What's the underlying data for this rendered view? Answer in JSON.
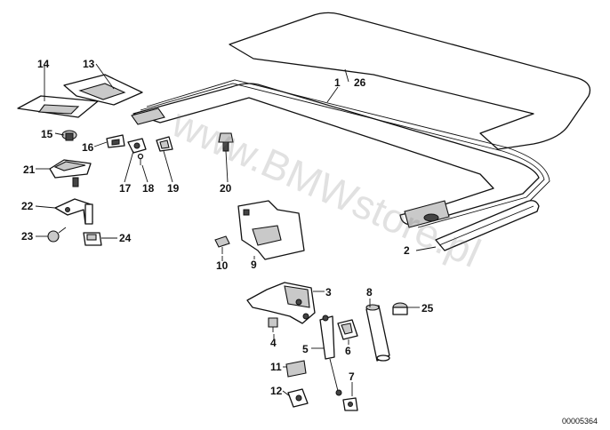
{
  "diagram": {
    "watermark": "www.BMWstore.pl",
    "reference_code": "00005364",
    "callouts": {
      "p1": "1",
      "p2": "2",
      "p3": "3",
      "p4": "4",
      "p5": "5",
      "p6": "6",
      "p7": "7",
      "p8": "8",
      "p9": "9",
      "p10": "10",
      "p11": "11",
      "p12": "12",
      "p13": "13",
      "p14": "14",
      "p15": "15",
      "p16": "16",
      "p17": "17",
      "p18": "18",
      "p19": "19",
      "p20": "20",
      "p21": "21",
      "p22": "22",
      "p23": "23",
      "p24": "24",
      "p25": "25",
      "p26": "26"
    }
  }
}
